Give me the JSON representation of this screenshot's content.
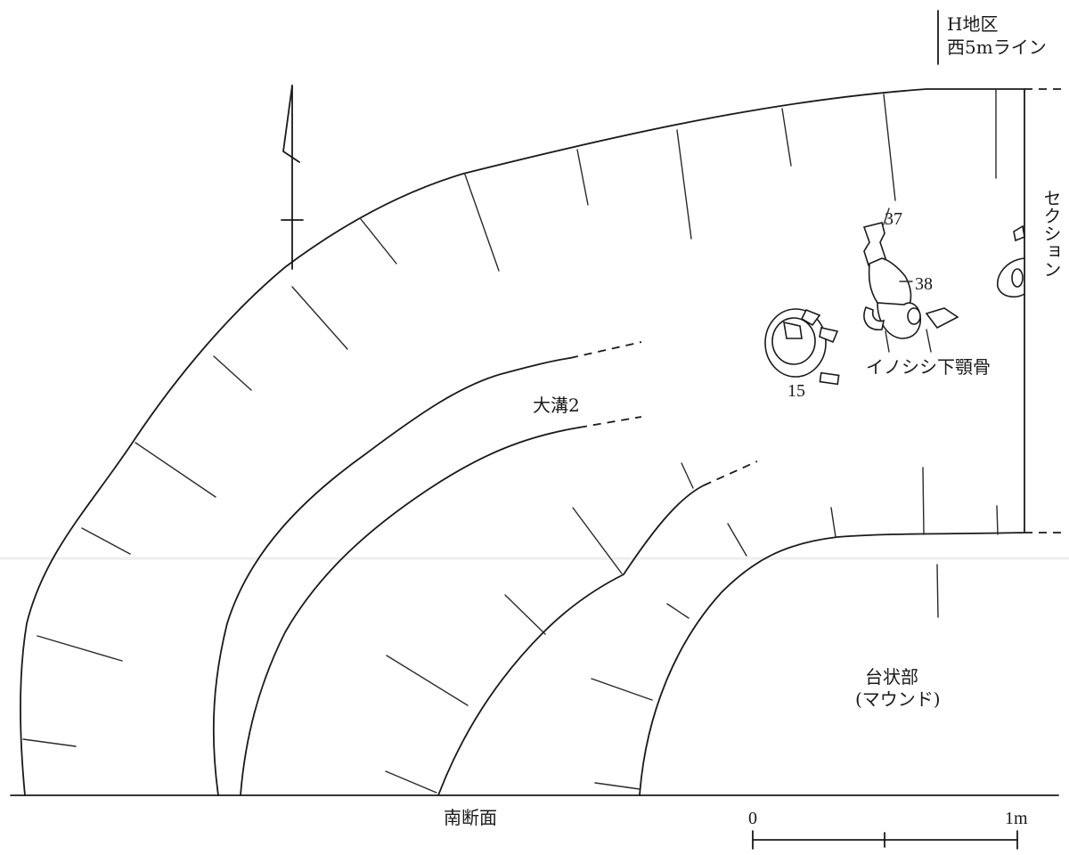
{
  "header": {
    "area": "H地区",
    "line": "西5mライン"
  },
  "labels": {
    "ditch": "大溝2",
    "section": "セクション",
    "boar_jaw": "イノシシ下顎骨",
    "platform": "台状部",
    "mound": "(マウンド)",
    "south_section": "南断面"
  },
  "find_numbers": {
    "n37": "37",
    "n38": "38",
    "n15": "15"
  },
  "scale": {
    "zero": "0",
    "one": "1m"
  }
}
